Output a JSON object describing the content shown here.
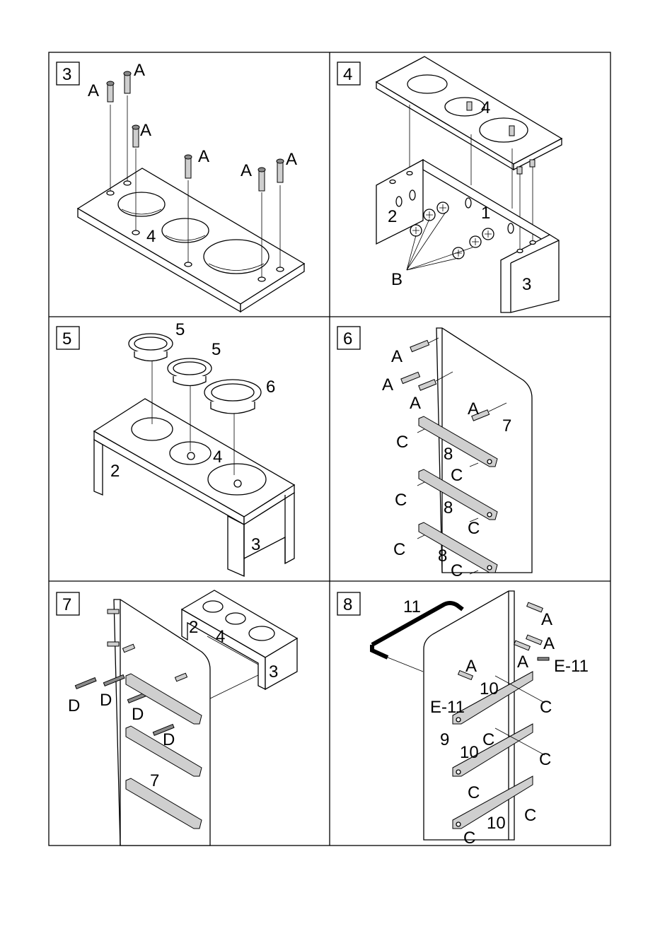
{
  "panels": [
    {
      "step": "3",
      "labels": [
        "A",
        "A",
        "A",
        "A",
        "A",
        "A",
        "4"
      ]
    },
    {
      "step": "4",
      "labels": [
        "4",
        "2",
        "1",
        "B",
        "3"
      ]
    },
    {
      "step": "5",
      "labels": [
        "5",
        "5",
        "6",
        "2",
        "4",
        "3"
      ]
    },
    {
      "step": "6",
      "labels": [
        "A",
        "A",
        "A",
        "A",
        "7",
        "C",
        "8",
        "C",
        "C",
        "8",
        "C",
        "C",
        "8",
        "C"
      ]
    },
    {
      "step": "7",
      "labels": [
        "2",
        "4",
        "3",
        "D",
        "D",
        "D",
        "D",
        "7"
      ]
    },
    {
      "step": "8",
      "labels": [
        "11",
        "A",
        "A",
        "A",
        "E-11",
        "A",
        "10",
        "E-11",
        "C",
        "9",
        "C",
        "10",
        "C",
        "C",
        "C",
        "10"
      ]
    }
  ]
}
